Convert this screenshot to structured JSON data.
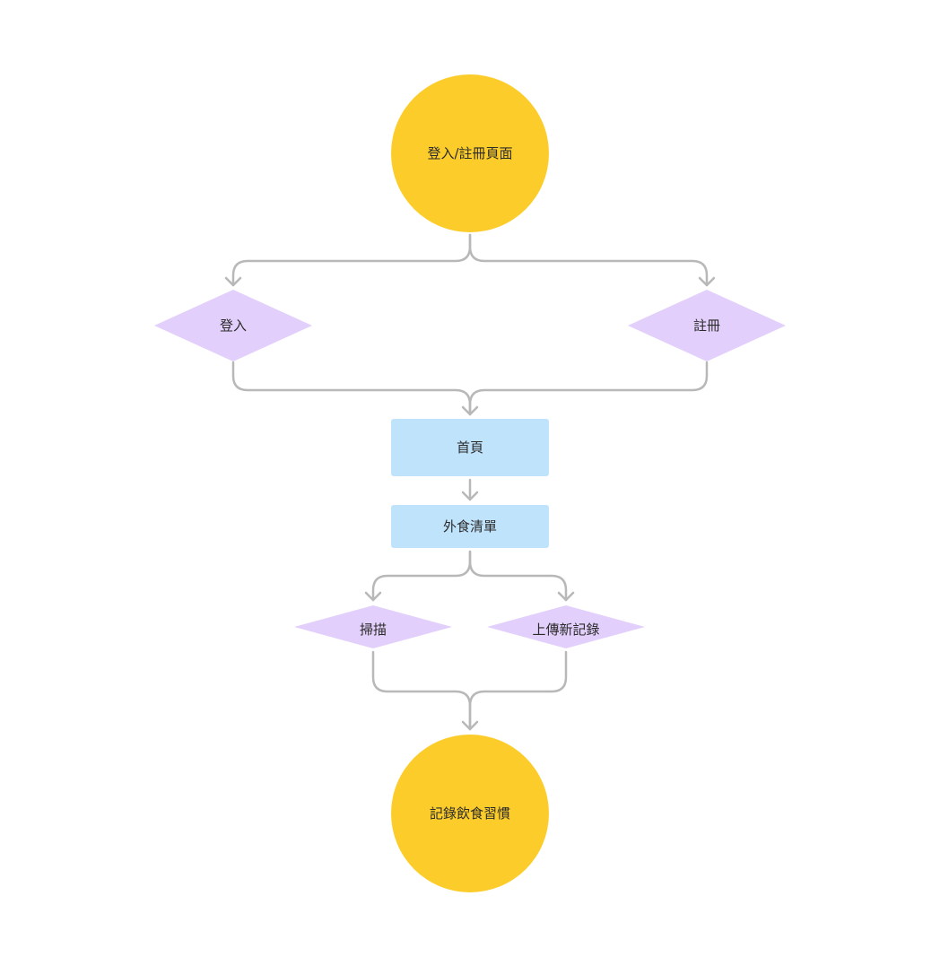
{
  "colors": {
    "terminal": "#fccd2a",
    "process": "#c0e3fc",
    "decision": "#e2cffb",
    "edge": "#b8b8b8",
    "text": "#2b2b2b"
  },
  "nodes": {
    "start": {
      "label": "登入/註冊頁面",
      "shape": "circle"
    },
    "login": {
      "label": "登入",
      "shape": "diamond"
    },
    "register": {
      "label": "註冊",
      "shape": "diamond"
    },
    "home": {
      "label": "首頁",
      "shape": "rectangle"
    },
    "dining_list": {
      "label": "外食清單",
      "shape": "rectangle"
    },
    "scan": {
      "label": "掃描",
      "shape": "diamond"
    },
    "upload_record": {
      "label": "上傳新記錄",
      "shape": "diamond"
    },
    "end": {
      "label": "記錄飲食習慣",
      "shape": "circle"
    }
  },
  "edges": [
    {
      "from": "start",
      "to": "login"
    },
    {
      "from": "start",
      "to": "register"
    },
    {
      "from": "login",
      "to": "home"
    },
    {
      "from": "register",
      "to": "home"
    },
    {
      "from": "home",
      "to": "dining_list"
    },
    {
      "from": "dining_list",
      "to": "scan"
    },
    {
      "from": "dining_list",
      "to": "upload_record"
    },
    {
      "from": "scan",
      "to": "end"
    },
    {
      "from": "upload_record",
      "to": "end"
    }
  ]
}
